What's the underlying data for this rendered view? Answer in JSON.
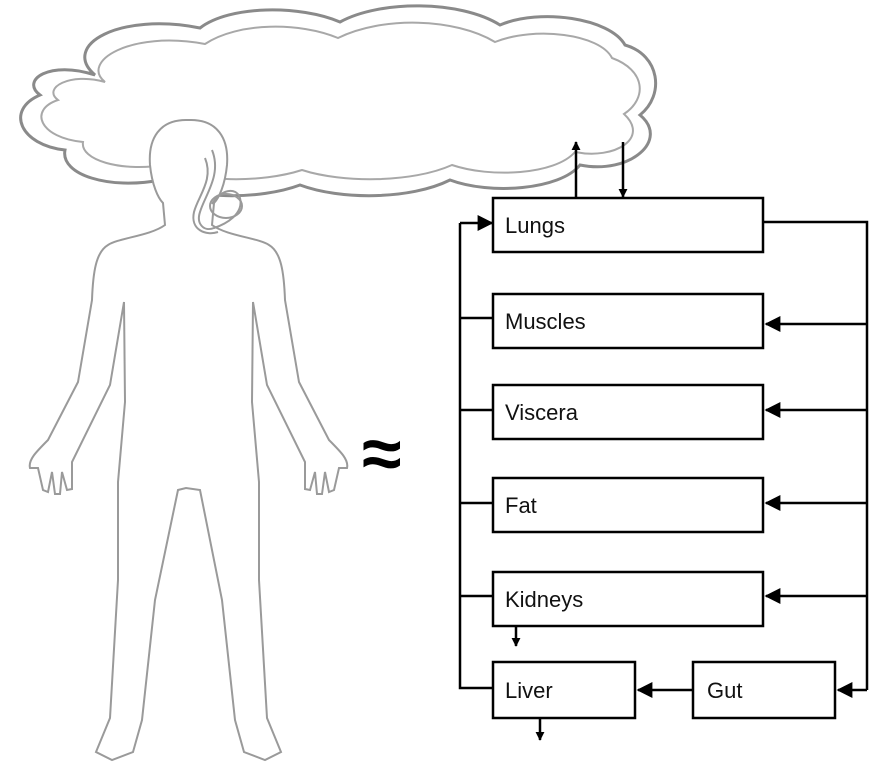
{
  "diagram": {
    "approx_symbol": "≈",
    "compartments": {
      "lungs": "Lungs",
      "muscles": "Muscles",
      "viscera": "Viscera",
      "fat": "Fat",
      "kidneys": "Kidneys",
      "liver": "Liver",
      "gut": "Gut"
    },
    "colors": {
      "stroke": "#000000",
      "outline": "#8a8a8a",
      "background": "#ffffff"
    },
    "icons": [
      "cloud-icon",
      "human-body-icon",
      "approx-equal-icon"
    ]
  }
}
